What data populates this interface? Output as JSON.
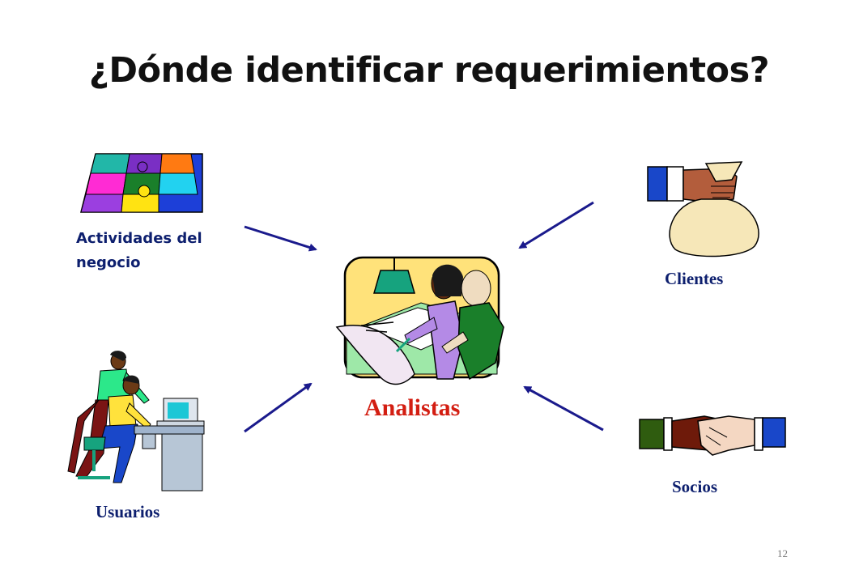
{
  "slide": {
    "title": "¿Dónde identificar requerimientos?",
    "page_number": "12"
  },
  "diagram": {
    "center": {
      "label": "Analistas",
      "icon": "analysts-drafting-icon",
      "color": "#d31e12"
    },
    "sources": [
      {
        "id": "business",
        "label_lines": [
          "Actividades del",
          "negocio"
        ],
        "icon": "puzzle-icon"
      },
      {
        "id": "clients",
        "label": "Clientes",
        "icon": "money-bag-icon"
      },
      {
        "id": "users",
        "label": "Usuarios",
        "icon": "computer-users-icon"
      },
      {
        "id": "partners",
        "label": "Socios",
        "icon": "handshake-icon"
      }
    ],
    "arrow_color": "#1a1a8c",
    "label_color": "#0d1f6e"
  }
}
